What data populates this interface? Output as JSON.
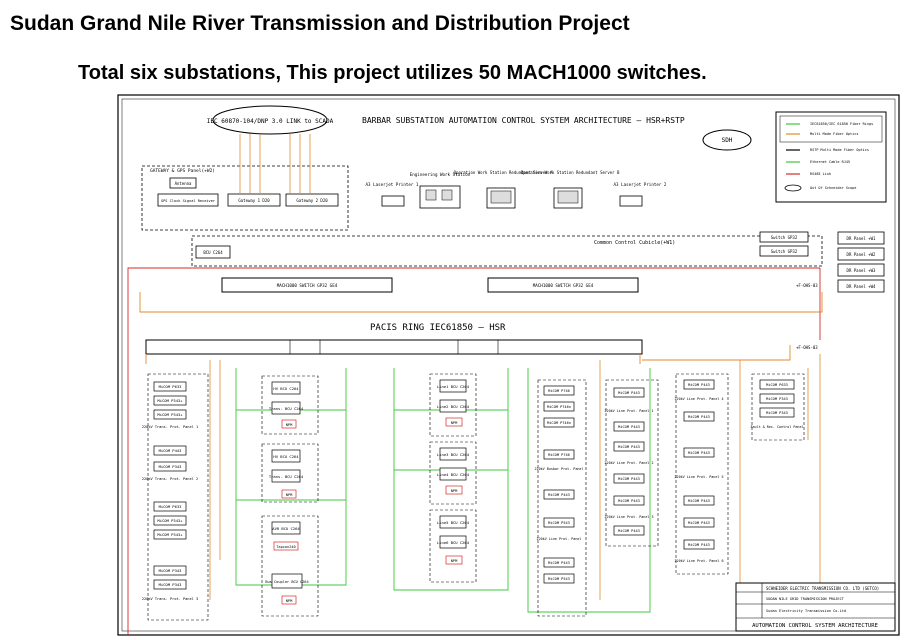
{
  "slide": {
    "title": "Sudan Grand Nile River Transmission and Distribution Project",
    "subtitle": "Total six substations, This project utilizes 50 MACH1000 switches."
  },
  "colors": {
    "background": "#ffffff",
    "line": "#000000",
    "orange_fiber": "#e08a2a",
    "green_ethernet": "#3cc83c",
    "red_rs485": "#d42a2a",
    "purple_link": "#9c4fbf"
  },
  "diagram": {
    "scada_link": "IEC 60870-104/DNP 3.0 LINK to SCADA",
    "architecture_title": "BARBAR SUBSTATION AUTOMATION CONTROL SYSTEM ARCHITECTURE – HSR+RSTP",
    "sdh": "SDH",
    "gateway_panel": "GATEWAY & GPS Panel(+W2)",
    "antenna": "Antenna",
    "gps_receiver": "GPS Clock Signal Receiver",
    "gateway1": "Gateway 1 D20",
    "gateway2": "Gateway 2 D20",
    "printer1": "A3 Laserjet Printer 1",
    "engineering_ws": "Engineering Work Station",
    "operation_ws_a": "Operation Work Station Redundant Server A",
    "operation_ws_b": "Operation Work Station Redundant Server B",
    "printer2": "A3 Laserjet Printer 2",
    "common_cubicle": "Common Control Cubicle(+W1)",
    "bcu": "BCU C264",
    "switch_label": "Switch GP32",
    "hsr_switch_top_left": "MACH1000 SWITCH GP32 GE4",
    "hsr_switch_top_right": "MACH1000 SWITCH GP32 GE4",
    "pacis_ring": "PACIS RING IEC61850 – HSR",
    "legend": {
      "fiber_rings": "IEC61850/IEC 61850 Fiber Rings",
      "multimode_fiber": "Multi Mode Fiber Optics",
      "rstp": "RSTP Multi Mode Fiber Optics",
      "ethernet_cable": "Ethernet Cable RJ45",
      "rs485": "RS485 Link",
      "out_of_scope": "Out Of Schneider Scope"
    },
    "dr_panels": [
      "DR Panel +W1",
      "DR Panel +W2",
      "DR Panel +W3",
      "DR Panel +W4"
    ],
    "ring_links": [
      "+F-OHS-03",
      "+F-OHS-03"
    ],
    "panel_labels": {
      "col1": [
        "MiCOM P633",
        "MiCOM P343+",
        "MiCOM P343+",
        "220kV Trans. Prot. Panel 1",
        "MiCOM P443",
        "MiCOM P343",
        "220kV Trans. Prot. Panel 2",
        "MiCOM P633",
        "MiCOM P343+",
        "MiCOM P343+",
        "MiCOM P343",
        "MiCOM P343",
        "220kV Trans. Prot. Panel 3"
      ],
      "col2": [
        "HV BCU C264",
        "Trans. BCU C264",
        "NPM",
        "HV BCU C264",
        "Trans. BCU C264",
        "NPM",
        "AVR BCU C264",
        "Tapcon240",
        "Bus Coupler BCU C264",
        "NPM"
      ],
      "col3": [
        "Line1 BCU C264",
        "Line2 BCU C264",
        "NPM",
        "Line3 BCU C264",
        "Line4 BCU C264",
        "NPM",
        "Line5 BCU C264",
        "Line6 BCU C264",
        "NPM"
      ],
      "col4": [
        "MiCOM P746",
        "MiCOM P746n",
        "MiCOM P746n",
        "MiCOM P746",
        "220kV Busbar Prot. Panel",
        "MiCOM P443",
        "MiCOM P543",
        "220kV Line Prot. Panel",
        "MiCOM P443",
        "MiCOM P543"
      ],
      "col5": [
        "MiCOM P443",
        "MiCOM P443",
        "220kV Line Prot. Panel 1",
        "MiCOM P443",
        "MiCOM P443",
        "220kV Line Prot. Panel 2",
        "MiCOM P443",
        "MiCOM P443",
        "220kV Line Prot. Panel 3"
      ],
      "col6": [
        "MiCOM P443",
        "MiCOM P443",
        "220kV Line Prot. Panel 4",
        "MiCOM P443",
        "MiCOM P443",
        "220kV Line Prot. Panel 5",
        "MiCOM P443",
        "MiCOM P443",
        "220kV Line Prot. Panel 6"
      ],
      "col7": [
        "MiCOM P633",
        "MiCOM P343",
        "MiCOM P343",
        "Fault & Rec. Control Panel"
      ]
    },
    "title_block": {
      "company": "SCHNEIDER ELECTRIC TRANSMISSION CO. LTD (SETCO)",
      "project": "SUDAN NILE GRID TRANSMISSION PROJECT",
      "client": "Sudan Electricity Transmission Co.Ltd",
      "drawing": "AUTOMATION CONTROL SYSTEM ARCHITECTURE"
    }
  }
}
